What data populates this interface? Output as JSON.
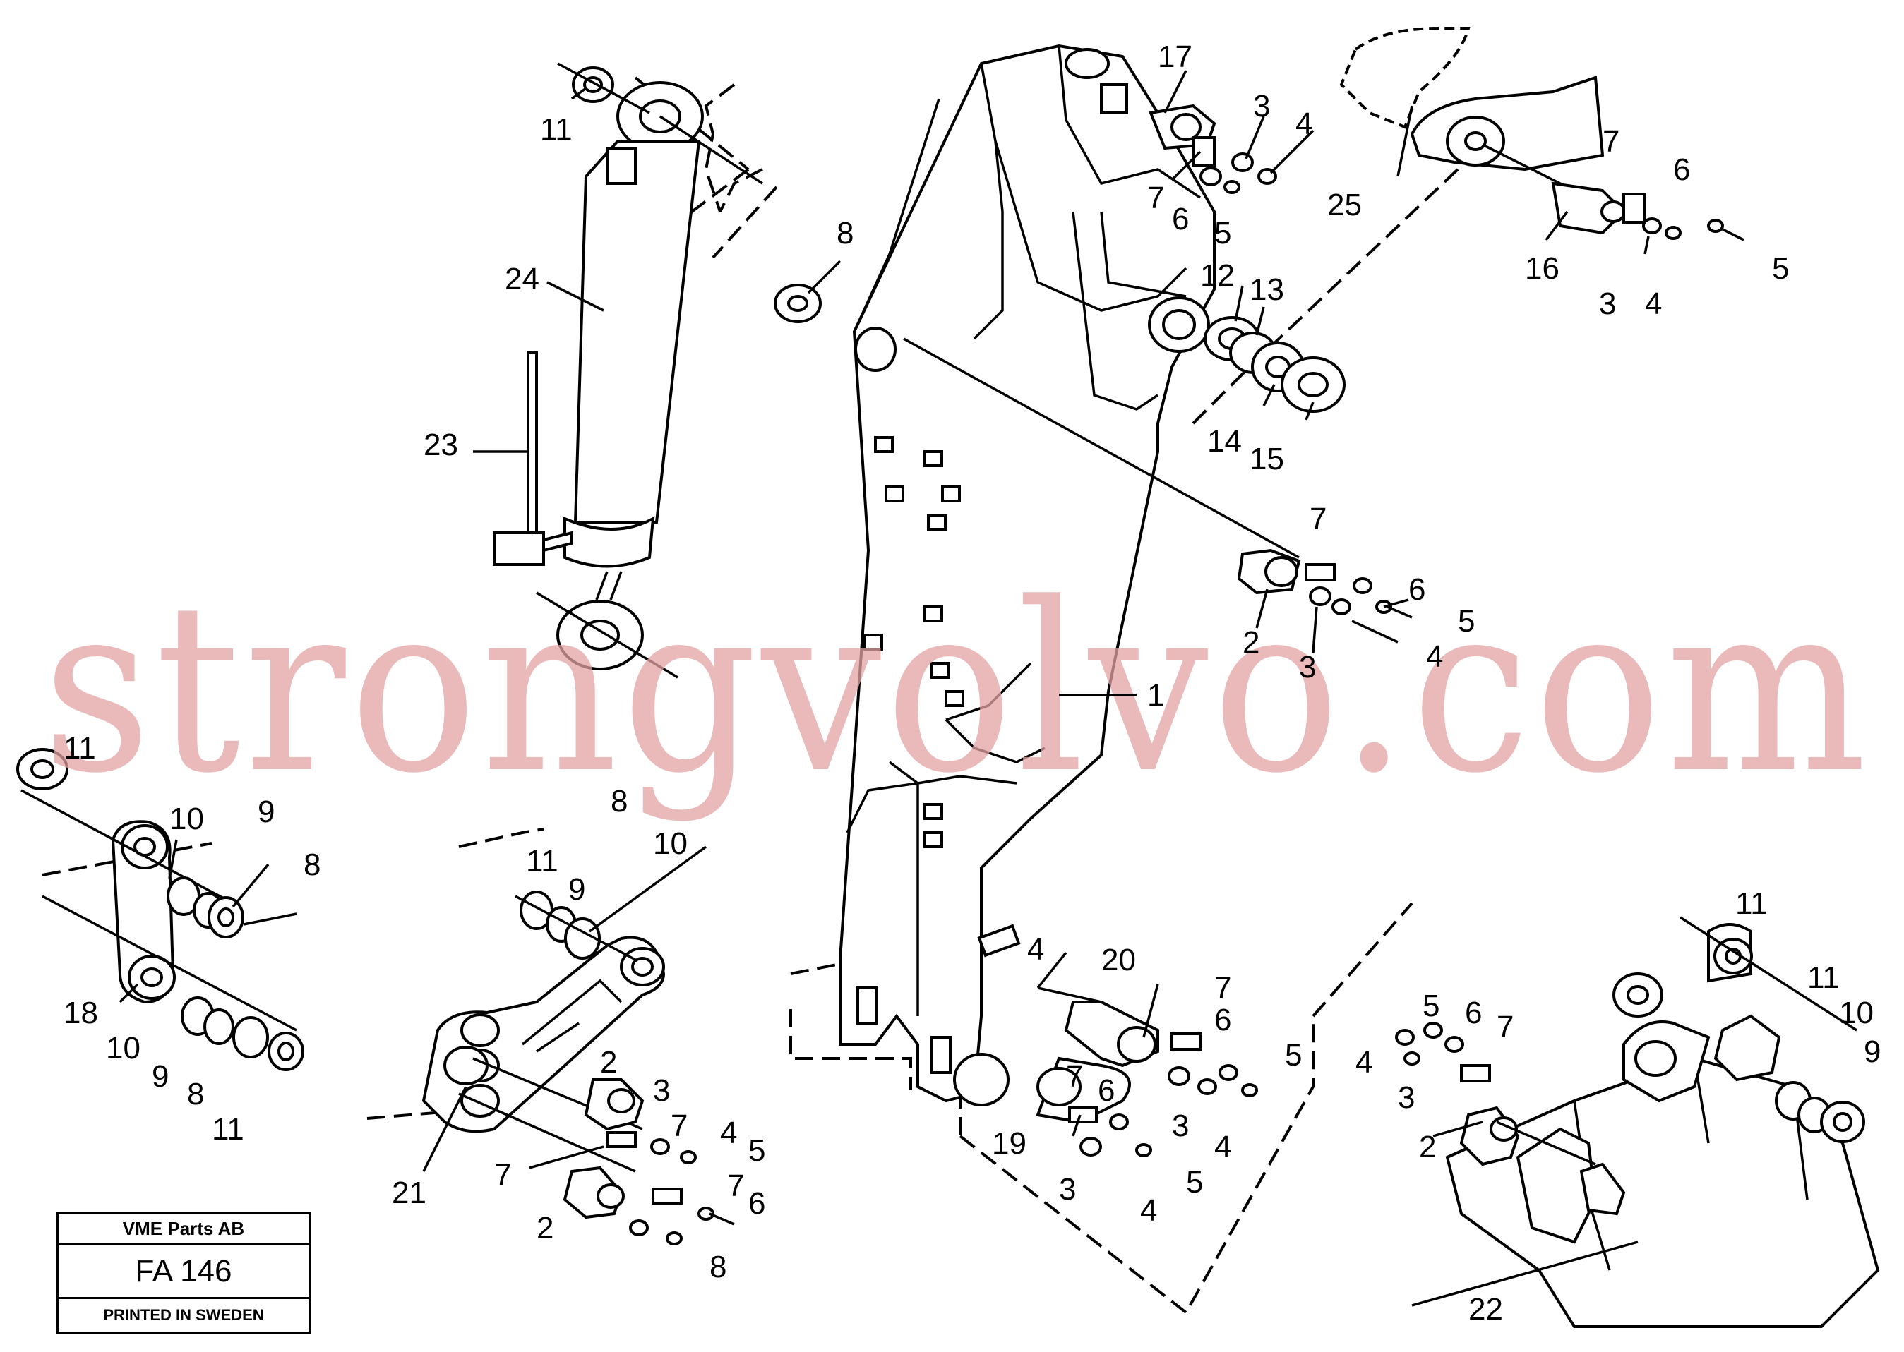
{
  "watermark": "strongvolvo.com",
  "title_block": {
    "company": "VME Parts AB",
    "code": "FA 146",
    "printed": "PRINTED IN SWEDEN"
  },
  "callouts": [
    "1",
    "2",
    "2",
    "2",
    "2",
    "3",
    "3",
    "3",
    "3",
    "3",
    "3",
    "3",
    "4",
    "4",
    "4",
    "4",
    "4",
    "4",
    "4",
    "4",
    "5",
    "5",
    "5",
    "5",
    "5",
    "5",
    "5",
    "6",
    "6",
    "6",
    "6",
    "6",
    "6",
    "6",
    "7",
    "7",
    "7",
    "7",
    "7",
    "7",
    "7",
    "7",
    "7",
    "8",
    "8",
    "8",
    "8",
    "8",
    "9",
    "9",
    "9",
    "9",
    "10",
    "10",
    "10",
    "10",
    "11",
    "11",
    "11",
    "11",
    "11",
    "11",
    "12",
    "13",
    "14",
    "15",
    "16",
    "17",
    "18",
    "19",
    "20",
    "21",
    "22",
    "23",
    "24",
    "25"
  ],
  "colors": {
    "watermark": "#e3a3a3",
    "ink": "#000000",
    "paper": "#ffffff"
  }
}
